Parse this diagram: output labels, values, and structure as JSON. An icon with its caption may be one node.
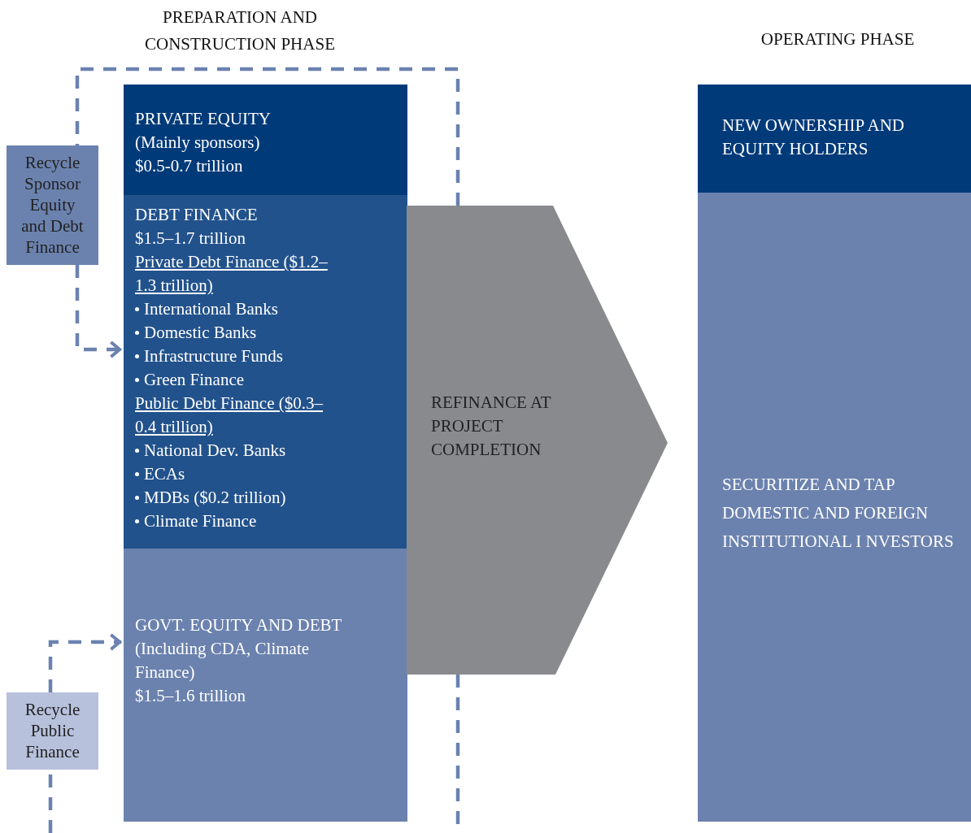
{
  "diagram": {
    "nodes": [
      {
        "text": [
          "PRIVATE EQUITY",
          "(Mainly sponsors)",
          "$0.5-0.7 trillion"
        ]
      },
      {
        "text": [
          "DEBT FINANCE",
          "$1.5–1.7 trillion",
          "Private Debt Finance ($1.2–1.3 trillion)",
          "International Banks",
          "Domestic Banks",
          "Infrastructure Funds",
          "Green Finance",
          "Public Debt Finance ($0.3–0.4 trillion)",
          "National Dev. Banks",
          "ECAs",
          "MDBs ($0.2 trillion)",
          "Climate Finance"
        ]
      },
      {
        "text": [
          "GOVT. EQUITY AND DEBT",
          "(Including CDA, Climate Finance)",
          "$1.5–1.6 trillion"
        ]
      },
      {
        "text": [
          "REFINANCE AT PROJECT COMPLETION"
        ]
      },
      {
        "text": [
          "NEW OWNERSHIP AND EQUITY HOLDERS"
        ]
      },
      {
        "text": [
          "SECURITIZE AND TAP DOMESTIC AND FOREIGN INSTITUTIONAL I NVESTORS"
        ]
      },
      {
        "text": [
          "Recycle Sponsor Equity and Debt Finance"
        ]
      },
      {
        "text": [
          "Recycle Public Finance"
        ]
      }
    ],
    "edges": [
      {
        "from": 3,
        "to": 6,
        "arrow": "none",
        "style": "dashed"
      },
      {
        "from": 6,
        "to": 1,
        "arrow": "to",
        "style": "dashed"
      },
      {
        "from": 3,
        "to": null,
        "arrow": "none",
        "style": "dashed"
      },
      {
        "from": null,
        "to": 7,
        "arrow": "none",
        "style": "dashed"
      },
      {
        "from": 7,
        "to": 2,
        "arrow": "to",
        "style": "dashed"
      }
    ],
    "labels": [
      "PREPARATION AND CONSTRUCTION PHASE",
      "OPERATING PHASE"
    ]
  }
}
